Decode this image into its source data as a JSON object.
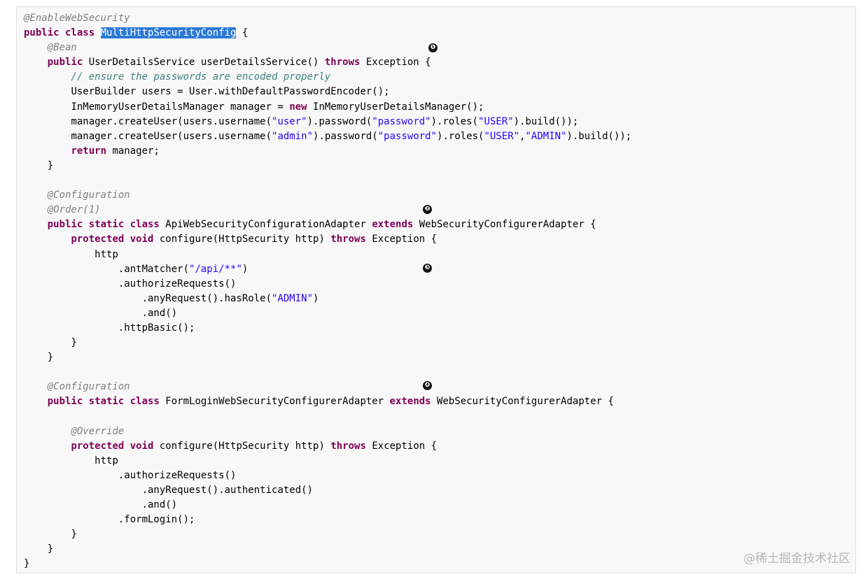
{
  "code": {
    "line1": "@EnableWebSecurity",
    "line2_kw": "public class",
    "line2_class": "MultiHttpSecurityConfig",
    "line2_rest": " {",
    "bean": "@Bean",
    "uds_kw1": "public",
    "uds_mid": " UserDetailsService userDetailsService() ",
    "uds_kw2": "throws",
    "uds_end": " Exception {",
    "comment": "// ensure the passwords are encoded properly",
    "userbuilder": "UserBuilder users = User.withDefaultPasswordEncoder();",
    "inmem_a": "InMemoryUserDetailsManager manager = ",
    "inmem_kw": "new",
    "inmem_b": " InMemoryUserDetailsManager();",
    "cu1_a": "manager.createUser(users.username(",
    "cu1_s1": "\"user\"",
    "cu1_b": ").password(",
    "cu1_s2": "\"password\"",
    "cu1_c": ").roles(",
    "cu1_s3": "\"USER\"",
    "cu1_d": ").build());",
    "cu2_a": "manager.createUser(users.username(",
    "cu2_s1": "\"admin\"",
    "cu2_b": ").password(",
    "cu2_s2": "\"password\"",
    "cu2_c": ").roles(",
    "cu2_s3": "\"USER\"",
    "cu2_comma": ",",
    "cu2_s4": "\"ADMIN\"",
    "cu2_d": ").build());",
    "ret_kw": "return",
    "ret_rest": " manager;",
    "close_brace": "}",
    "configuration": "@Configuration",
    "order": "@Order(1)",
    "api_kw1": "public static class",
    "api_mid": " ApiWebSecurityConfigurationAdapter ",
    "api_kw2": "extends",
    "api_end": " WebSecurityConfigurerAdapter {",
    "cfg_kw1": "protected void",
    "cfg_mid": " configure(HttpSecurity http) ",
    "cfg_kw2": "throws",
    "cfg_end": " Exception {",
    "http": "http",
    "antmatcher_a": ".antMatcher(",
    "antmatcher_s": "\"/api/**\"",
    "antmatcher_b": ")",
    "authorize": ".authorizeRequests()",
    "hasrole_a": ".anyRequest().hasRole(",
    "hasrole_s": "\"ADMIN\"",
    "hasrole_b": ")",
    "and": ".and()",
    "httpbasic": ".httpBasic();",
    "form_kw1": "public static class",
    "form_mid": " FormLoginWebSecurityConfigurerAdapter ",
    "form_kw2": "extends",
    "form_end": " WebSecurityConfigurerAdapter {",
    "override": "@Override",
    "authenticated": ".anyRequest().authenticated()",
    "formlogin": ".formLogin();"
  },
  "callouts": [
    "❶",
    "❷",
    "❸",
    "❹"
  ],
  "watermark": "@稀土掘金技术社区",
  "colors": {
    "keyword": "#7f0055",
    "string": "#2a00ff",
    "annotation": "#808080",
    "comment": "#3f7f7f",
    "selection": "#2c7ad6"
  }
}
